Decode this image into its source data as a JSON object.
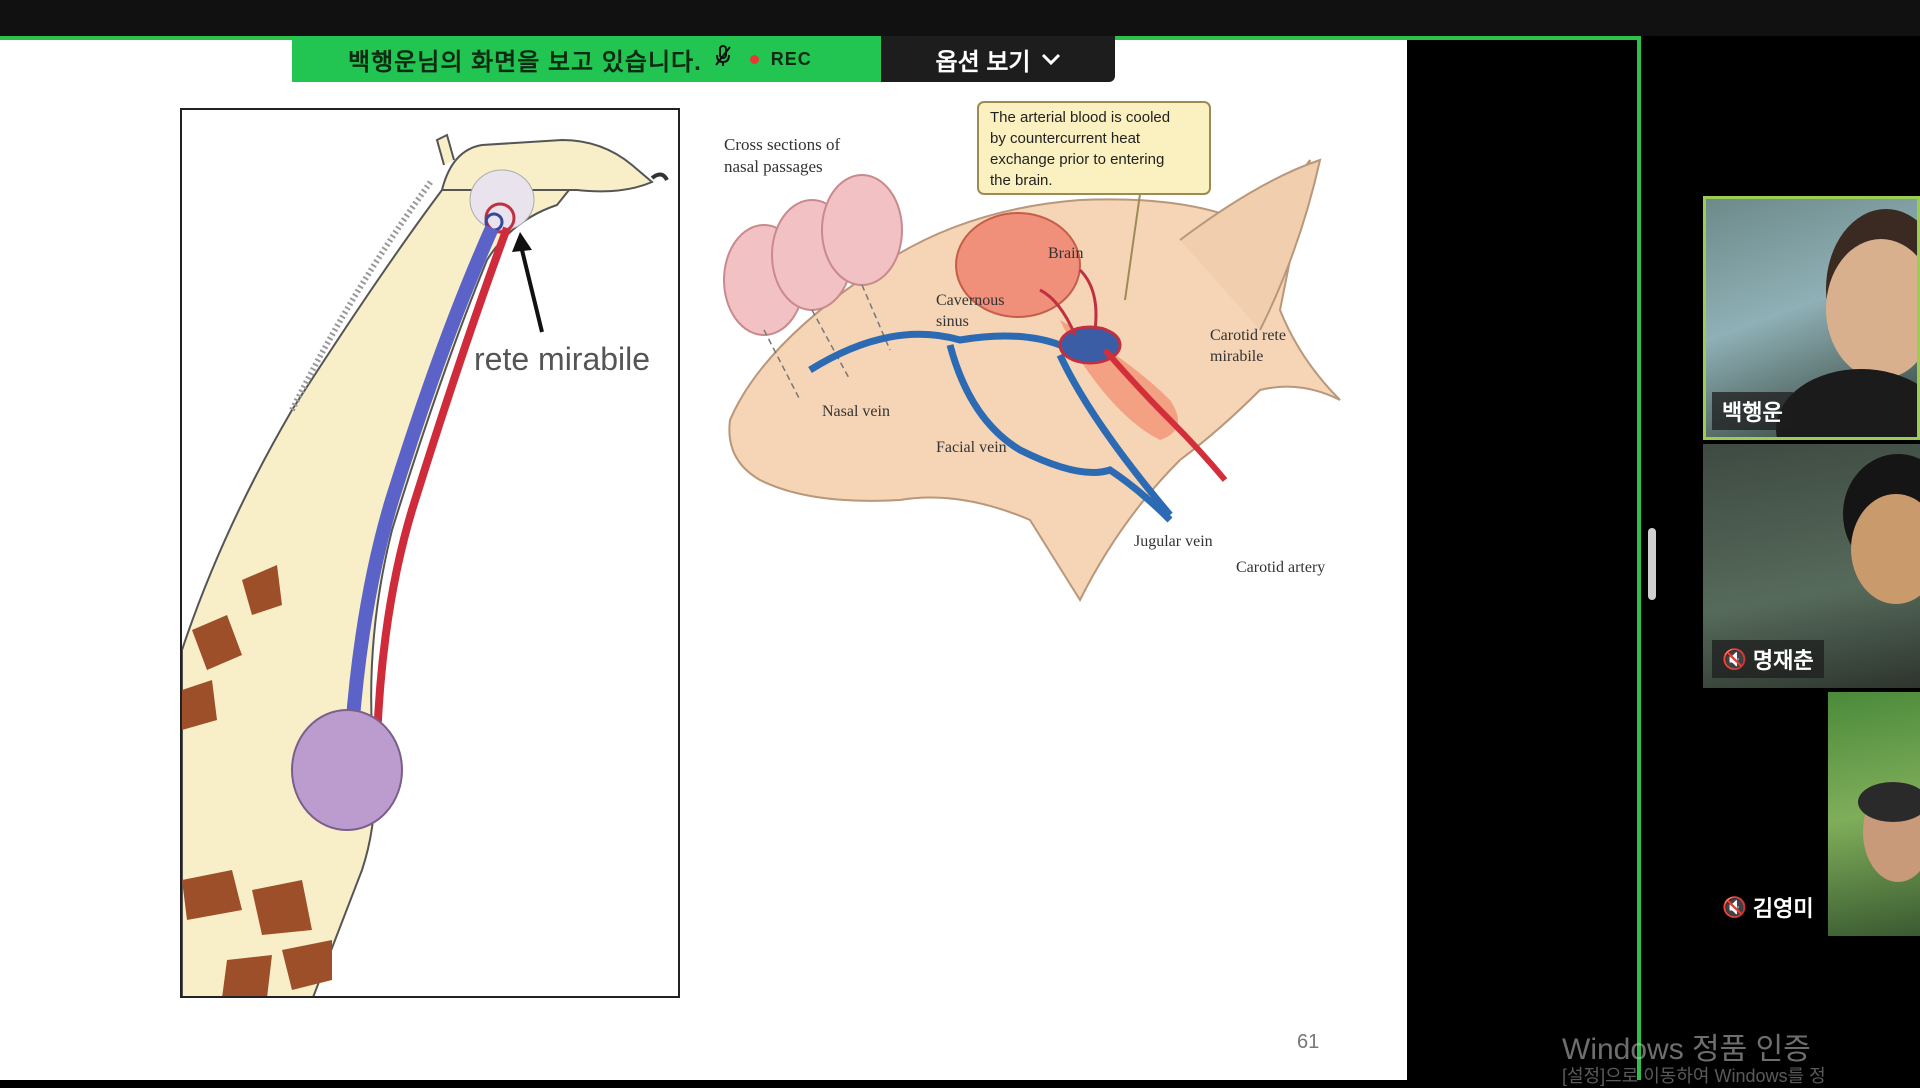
{
  "share_banner": {
    "text": "백행운님의 화면을 보고 있습니다.",
    "rec_label": "REC",
    "options_label": "옵션 보기"
  },
  "slide": {
    "giraffe_label": "rete mirabile",
    "anatomy": {
      "callout": [
        "The arterial blood is cooled",
        "by countercurrent heat",
        "exchange prior to entering",
        "the brain."
      ],
      "cross_sections": [
        "Cross sections of",
        "nasal passages"
      ],
      "brain": "Brain",
      "cavernous_sinus": [
        "Cavernous",
        "sinus"
      ],
      "carotid_rete": [
        "Carotid rete",
        "mirabile"
      ],
      "nasal_vein": "Nasal vein",
      "facial_vein": "Facial vein",
      "jugular_vein": "Jugular vein",
      "carotid_artery": "Carotid artery"
    },
    "page_number": "61"
  },
  "participants": [
    {
      "name": "백행운",
      "muted": false
    },
    {
      "name": "명재춘",
      "muted": true
    },
    {
      "name": "김영미",
      "muted": true
    }
  ],
  "watermark": {
    "line1": "Windows 정품 인증",
    "line2": "[설정]으로 이동하여 Windows를 정"
  },
  "colors": {
    "accent_green": "#2ec14a",
    "banner_green": "#23c552",
    "vein_blue": "#2c6bb3",
    "artery_red": "#d32f3a"
  }
}
